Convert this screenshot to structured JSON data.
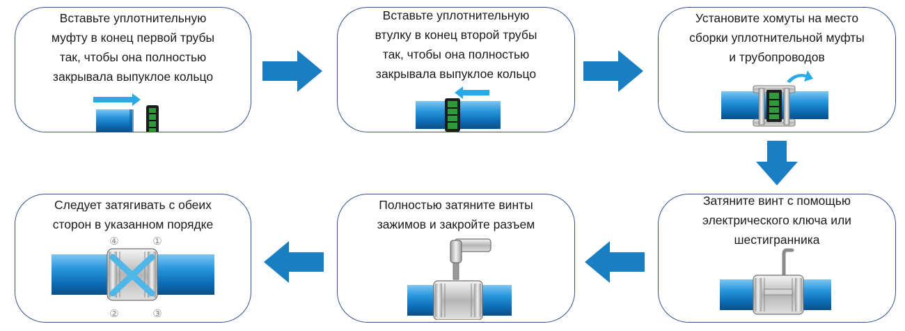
{
  "steps": [
    {
      "lines": [
        "Вставьте уплотнительную",
        "муфту в конец первой трубы",
        "так, чтобы она полностью",
        "закрывала выпуклое кольцо"
      ]
    },
    {
      "lines": [
        "Вставьте уплотнительную",
        "втулку в конец второй трубы",
        "так, чтобы она полностью",
        "закрывала выпуклое кольцо"
      ]
    },
    {
      "lines": [
        "Установите хомуты на место",
        "сборки уплотнительной муфты",
        "и трубопроводов"
      ]
    },
    {
      "lines": [
        "Затяните винт с помощью",
        "электрического ключа или",
        "шестигранника"
      ]
    },
    {
      "lines": [
        "Полностью затяните винты",
        "зажимов и закройте разъем"
      ]
    },
    {
      "lines": [
        "Следует затягивать с обеих",
        "сторон в указанном порядке"
      ],
      "order_marks": [
        "④",
        "①",
        "②",
        "③"
      ]
    }
  ],
  "colors": {
    "card_border": "#2f4f8f",
    "flow_arrow": "#1a7ec2",
    "pipe": "#1e88d0",
    "seal_green": "#2e9a3c",
    "cross": "#4fb6e8"
  },
  "icons": [
    "arrow-right",
    "arrow-down",
    "arrow-left",
    "pipe",
    "coupling",
    "wrench"
  ]
}
